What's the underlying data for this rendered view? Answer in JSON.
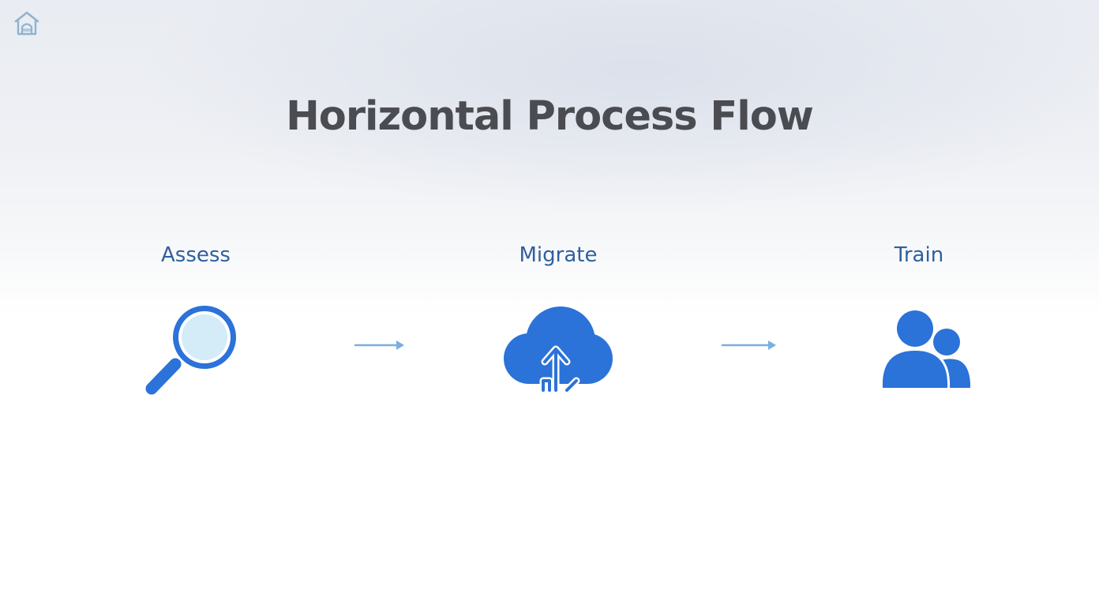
{
  "title": "Horizontal Process Flow",
  "logo_icon": "house-icon",
  "steps": [
    {
      "label": "Assess",
      "icon": "magnifier-icon"
    },
    {
      "label": "Migrate",
      "icon": "cloud-upload-icon"
    },
    {
      "label": "Train",
      "icon": "users-icon"
    }
  ],
  "connector_icon": "arrow-right-icon",
  "colors": {
    "title": "#4a4c52",
    "label": "#2f5f9e",
    "icon_blue": "#2b72d9",
    "icon_light": "#d4ecf8",
    "arrow": "#7aaedf",
    "logo": "#8fb3cf"
  }
}
